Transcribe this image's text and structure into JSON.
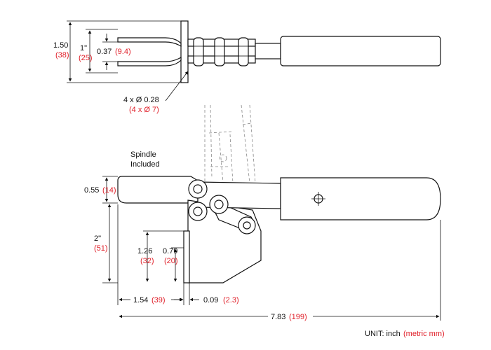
{
  "top_view": {
    "overall_height": {
      "imperial": "1.50",
      "metric": "(38)"
    },
    "inner_height": {
      "imperial": "1\"",
      "metric": "(25)"
    },
    "gap": {
      "imperial": "0.37",
      "metric": "(9.4)"
    },
    "holes": {
      "imperial": "4 x Ø 0.28",
      "metric": "(4 x Ø 7)"
    }
  },
  "side_view": {
    "spindle_note_line1": "Spindle",
    "spindle_note_line2": "Included",
    "nose_height": {
      "imperial": "0.55",
      "metric": "(14)"
    },
    "reach": {
      "imperial": "2\"",
      "metric": "(51)"
    },
    "base_height": {
      "imperial": "1.26",
      "metric": "(32)"
    },
    "hole_height": {
      "imperial": "0.79",
      "metric": "(20)"
    },
    "nose_length": {
      "imperial": "1.54",
      "metric": "(39)"
    },
    "plate_thickness": {
      "imperial": "0.09",
      "metric": "(2.3)"
    },
    "overall_length": {
      "imperial": "7.83",
      "metric": "(199)"
    }
  },
  "unit_note": {
    "prefix": "UNIT: inch",
    "suffix": "(metric mm)"
  }
}
